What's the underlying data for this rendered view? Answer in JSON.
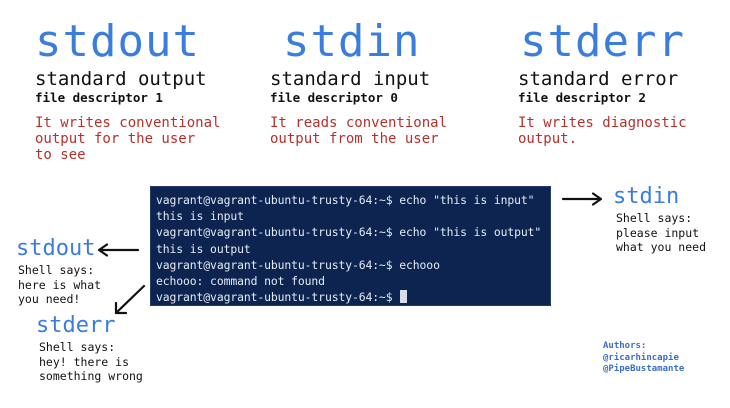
{
  "columns": [
    {
      "title": "stdout",
      "subtitle": "standard output",
      "file_descriptor": "file descriptor 1",
      "description": "It writes conventional\noutput for the user\nto see"
    },
    {
      "title": "stdin",
      "subtitle": "standard input",
      "file_descriptor": "file descriptor 0",
      "description": "It reads conventional\noutput from the user"
    },
    {
      "title": "stderr",
      "subtitle": "standard error",
      "file_descriptor": "file descriptor 2",
      "description": "It writes diagnostic\noutput."
    }
  ],
  "terminal": {
    "prompt": "vagrant@vagrant-ubuntu-trusty-64:~$",
    "lines": [
      "vagrant@vagrant-ubuntu-trusty-64:~$ echo \"this is input\"",
      "this is input",
      "vagrant@vagrant-ubuntu-trusty-64:~$ echo \"this is output\"",
      "this is output",
      "vagrant@vagrant-ubuntu-trusty-64:~$ echooo",
      "echooo: command not found",
      "vagrant@vagrant-ubuntu-trusty-64:~$ "
    ]
  },
  "callouts": {
    "stdin": {
      "title": "stdin",
      "note": "Shell says:\nplease input\nwhat you need"
    },
    "stdout": {
      "title": "stdout",
      "note": "Shell says:\nhere is what\nyou need!"
    },
    "stderr": {
      "title": "stderr",
      "note": "Shell says:\nhey! there is\nsomething wrong"
    }
  },
  "authors": "Authors:\n@ricarhincapie\n@PipeBustamante",
  "colors": {
    "title_blue": "#3b7ddd",
    "description_red": "#b5312b",
    "terminal_bg": "#0d2451",
    "terminal_text": "#e6ebf5",
    "authors_blue": "#3b6fc4"
  }
}
